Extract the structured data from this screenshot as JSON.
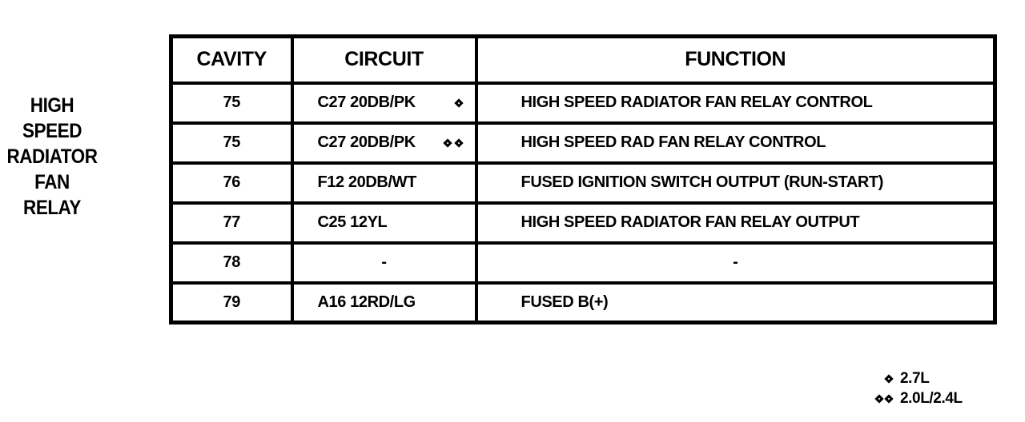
{
  "side_label": {
    "line1": "HIGH",
    "line2": "SPEED",
    "line3": "RADIATOR",
    "line4": "FAN",
    "line5": "RELAY"
  },
  "table": {
    "headers": {
      "cavity": "CAVITY",
      "circuit": "CIRCUIT",
      "function": "FUNCTION"
    },
    "rows": [
      {
        "cavity": "75",
        "circuit": "C27 20DB/PK",
        "diamonds": 1,
        "function": "HIGH SPEED RADIATOR FAN RELAY CONTROL"
      },
      {
        "cavity": "75",
        "circuit": "C27 20DB/PK",
        "diamonds": 2,
        "function": "HIGH SPEED RAD FAN RELAY CONTROL"
      },
      {
        "cavity": "76",
        "circuit": "F12 20DB/WT",
        "diamonds": 0,
        "function": "FUSED IGNITION SWITCH OUTPUT (RUN-START)"
      },
      {
        "cavity": "77",
        "circuit": "C25 12YL",
        "diamonds": 0,
        "function": "HIGH SPEED RADIATOR FAN RELAY OUTPUT"
      },
      {
        "cavity": "78",
        "circuit": "-",
        "diamonds": 0,
        "function": "-"
      },
      {
        "cavity": "79",
        "circuit": "A16 12RD/LG",
        "diamonds": 0,
        "function": "FUSED B(+)"
      }
    ]
  },
  "legend": {
    "items": [
      {
        "diamonds": 1,
        "label": "2.7L"
      },
      {
        "diamonds": 2,
        "label": "2.0L/2.4L"
      }
    ]
  },
  "colors": {
    "ink": "#000000",
    "paper": "#ffffff"
  }
}
